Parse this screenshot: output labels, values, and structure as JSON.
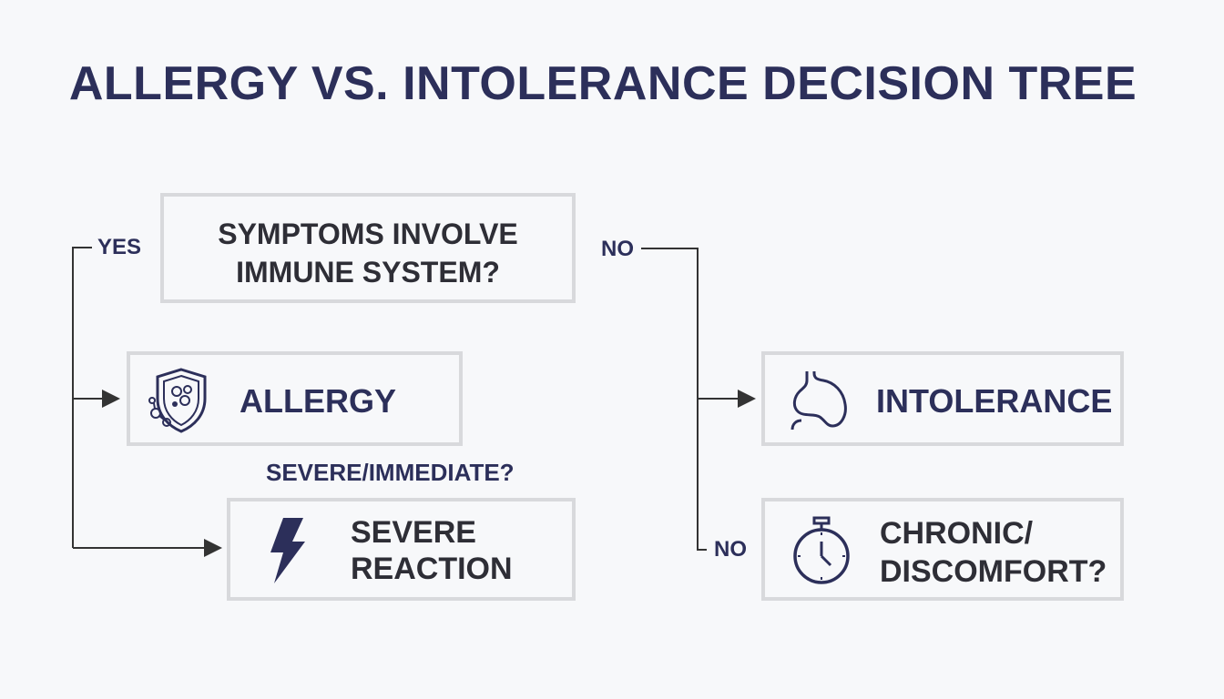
{
  "title": "ALLERGY VS. INTOLERANCE DECISION TREE",
  "nodes": {
    "question": {
      "line1": "SYMPTOMS INVOLVE",
      "line2": "IMMUNE SYSTEM?"
    },
    "allergy": {
      "label": "ALLERGY",
      "icon": "shield-allergen-icon"
    },
    "severe": {
      "line1": "SEVERE",
      "line2": "REACTION",
      "icon": "lightning-bolt-icon"
    },
    "intolerance": {
      "label": "INTOLERANCE",
      "icon": "stomach-icon"
    },
    "chronic": {
      "line1": "CHRONIC/",
      "line2": "DISCOMFORT?",
      "icon": "stopwatch-icon"
    }
  },
  "edge_labels": {
    "yes": "YES",
    "no_top": "NO",
    "severe_question": "SEVERE/IMMEDIATE?",
    "no_bottom": "NO"
  },
  "colors": {
    "navy": "#2c2f5a",
    "box_border": "#d8d9dc",
    "line": "#333333",
    "background": "#f7f8fa"
  }
}
